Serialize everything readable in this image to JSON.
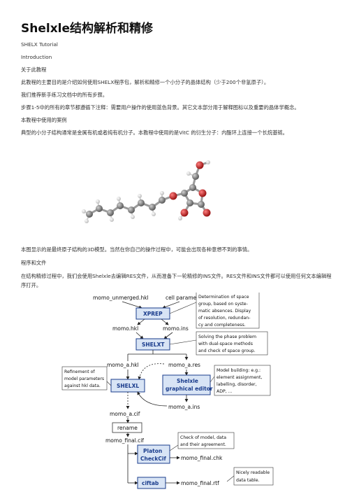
{
  "doc": {
    "title": "Shelxle结构解析和精修",
    "p1": "SHELX Tutorial",
    "p2": "Introduction",
    "p3": "关于此教程",
    "p4": "此教程的主要目的是介绍如何使用SHELX程序包，解析和精修一个小分子的晶体结构（少于200个非氢原子）。",
    "p5": "我们推荐新手练习文档中的所有步骤。",
    "p6": "步骤1-5中的所有的章节都遵循下注释：需要用户操作的使用蓝色背景。其它文本部分用于解释图标以及重要的晶体学概念。",
    "p7": "本教程中使用的案例",
    "p8": "典型的小分子结构通常是金属有机或者纯有机分子。本教程中使用的是VitC 的衍生分子：内酯环上连接一个长烷基链。",
    "p9": "本图显示的是最终原子结构的3D模型。当然在你自己的操作过程中，可能会出现各种意想不到的事情。",
    "p10": "程序和文件",
    "p11": "在结构精修过程中，我们会使用Shelxle去编辑RES文件，从而准备下一轮精修的INS文件。RES文件和INS文件都可以使用任何文本编辑程序打开。"
  },
  "flow": {
    "in1": "momo_unmerged.hkl",
    "in2": "cell parameter",
    "xprep": "XPREP",
    "note1": [
      "Determination of space",
      "group, based on syste-",
      "matic absences. Display",
      "of resolution, redundan-",
      "cy and completeness."
    ],
    "hkl": "momo.hkl",
    "ins": "momo.ins",
    "shelxt": "SHELXT",
    "note2": [
      "Solving the phase problem",
      "with dual-space methods",
      "and check of space group."
    ],
    "a_hkl": "momo_a.hkl",
    "a_res": "momo_a.res",
    "shelxl": "SHELXL",
    "note3": [
      "Refinement of",
      "model parameters",
      "against hkl data."
    ],
    "shelxle1": "Shelxle",
    "shelxle2": "graphical editor",
    "note4": [
      "Model building: e.g.:",
      "element assignment,",
      "labelling, disorder,",
      "ADP, ..."
    ],
    "a_ins": "momo_a.ins",
    "a_cif": "momo_a.cif",
    "rename": "rename",
    "final_cif": "momo_final.cif",
    "note5": [
      "Check of model, data",
      "and their agreement."
    ],
    "platon1": "Platon",
    "platon2": "CheckCif",
    "chk": "momo_final.chk",
    "ciftab": "ciftab",
    "rtf": "momo_final.rtf",
    "note6": [
      "Nicely readable",
      "data table."
    ]
  },
  "colors": {
    "box_fill": "#d8e4f5",
    "box_stroke": "#1a3c8c",
    "note_stroke": "#333333",
    "carbon": "#8c8c8c",
    "oxygen": "#cc2222",
    "hydrogen": "#e6e6e6"
  }
}
